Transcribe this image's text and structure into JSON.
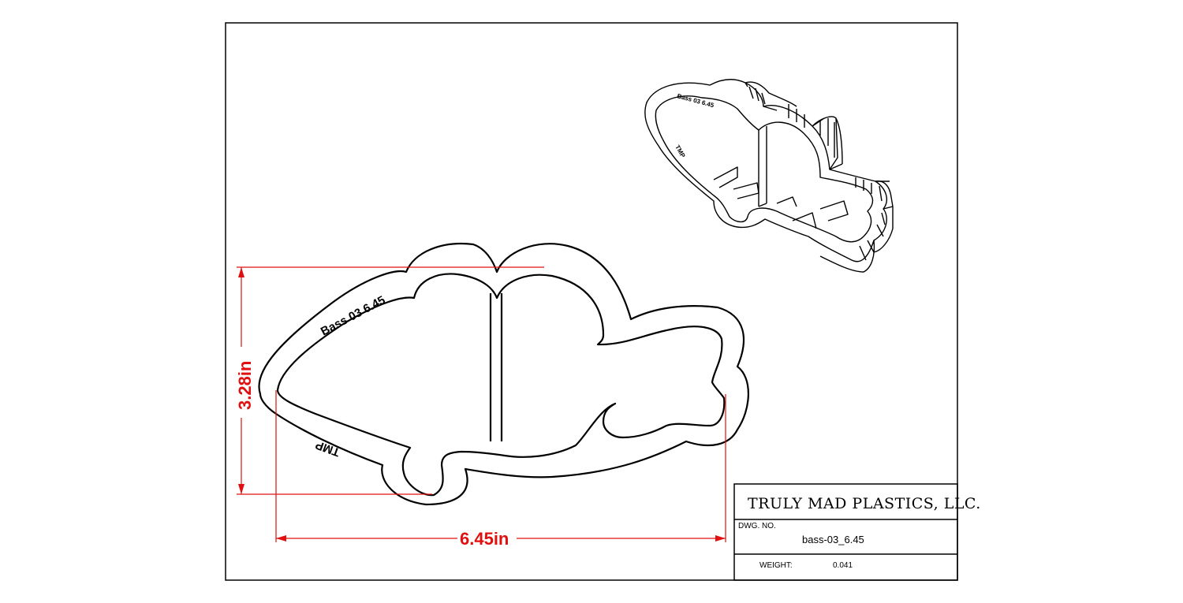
{
  "dimensions": {
    "height_label": "3.28in",
    "width_label": "6.45in"
  },
  "engraving": {
    "main_text": "Bass 03  6.45",
    "maker_mark": "TMP",
    "iso_main_text": "Bass 03 6.45",
    "iso_maker_mark": "TMP"
  },
  "title_block": {
    "company": "TRULY MAD PLASTICS, LLC.",
    "dwg_no_label": "DWG.  NO.",
    "dwg_no_value": "bass-03_6.45",
    "weight_label": "WEIGHT:",
    "weight_value": "0.041"
  },
  "colors": {
    "dimension": "#e01010",
    "line": "#000000",
    "background": "#ffffff"
  }
}
